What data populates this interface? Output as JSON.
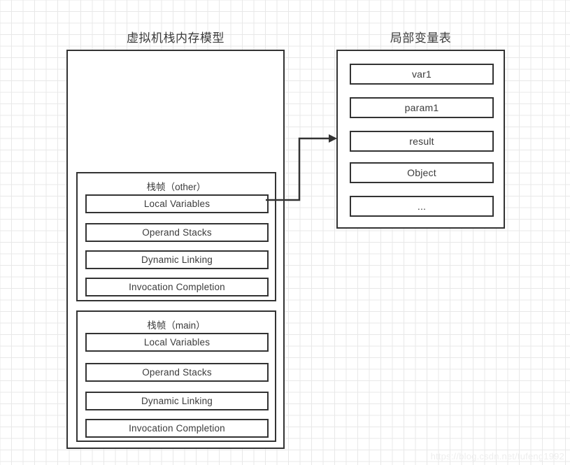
{
  "watermark": "https://blog.csdn.net/tufeng1992",
  "colors": {
    "stroke": "#333333",
    "text": "#3b3b3b",
    "grid": "#e8e8e8",
    "background": "#ffffff",
    "watermark": "#eeeeee"
  },
  "left_panel": {
    "title": "虚拟机栈内存模型",
    "frames": [
      {
        "title": "栈帧（other）",
        "slots": [
          {
            "label": "Local Variables"
          },
          {
            "label": "Operand Stacks"
          },
          {
            "label": "Dynamic Linking"
          },
          {
            "label": "Invocation Completion"
          }
        ]
      },
      {
        "title": "栈帧（main）",
        "slots": [
          {
            "label": "Local Variables"
          },
          {
            "label": "Operand Stacks"
          },
          {
            "label": "Dynamic Linking"
          },
          {
            "label": "Invocation Completion"
          }
        ]
      }
    ]
  },
  "right_panel": {
    "title": "局部变量表",
    "entries": [
      {
        "label": "var1"
      },
      {
        "label": "param1"
      },
      {
        "label": "result"
      },
      {
        "label": "Object"
      },
      {
        "label": "..."
      }
    ]
  },
  "connector": {
    "from": "Local Variables (other frame)",
    "to": "局部变量表",
    "arrow_head": "triangle"
  }
}
